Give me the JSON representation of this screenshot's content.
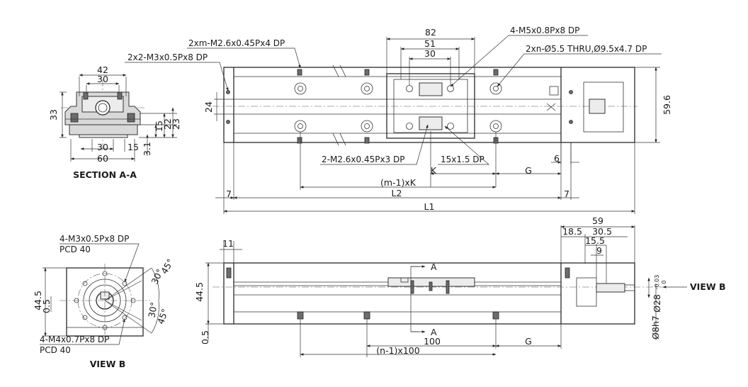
{
  "section_title": "SECTION A-A",
  "view_b_title": "VIEW B",
  "view_b_arrow_label": "VIEW B",
  "callouts": {
    "m3_side": "2x2-M3x0.5Px8 DP",
    "m26_top": "2xm-M2.6x0.45Px4 DP",
    "m5": "4-M5x0.8Px8 DP",
    "thru": "2xn-Ø5.5 THRU,Ø9.5x4.7 DP",
    "m26_carriage": "2-M2.6x0.45Px3 DP",
    "cbore": "15x1.5 DP",
    "m3_pcd": "4-M3x0.5Px8 DP",
    "pcd1": "PCD 40",
    "m4_pcd": "4-M4x0.7Px8 DP",
    "pcd2": "PCD 40"
  },
  "section_dims": {
    "w42": "42",
    "w30": "30",
    "h33": "33",
    "h15": "15",
    "h22": "22",
    "h23": "23",
    "b30": "30",
    "b15": "15",
    "b60": "60",
    "h31": "3.1"
  },
  "top_dims": {
    "d82": "82",
    "d51": "51",
    "d30": "30",
    "d24": "24",
    "d596": "59.6",
    "d6": "6",
    "k": "K",
    "g": "G",
    "mk": "(m-1)xK",
    "l2": "L2",
    "l1": "L1",
    "e7a": "7",
    "e7b": "7"
  },
  "front_dims": {
    "d11": "11",
    "d445": "44.5",
    "d05": "0.5",
    "d59": "59",
    "d185": "18.5",
    "d305": "30.5",
    "d155": "15.5",
    "d9": "9",
    "d100": "100",
    "g": "G",
    "nx": "(n-1)x100",
    "a1": "A",
    "a2": "A",
    "d28": "Ø28",
    "d28tol_up": "-0.03",
    "d28tol_dn": "0",
    "d8": "Ø8h7"
  },
  "viewb_dims": {
    "d445": "44.5",
    "d05": "0.5",
    "a30a": "30°",
    "a45a": "45°",
    "a30b": "30°",
    "a45b": "45°"
  }
}
